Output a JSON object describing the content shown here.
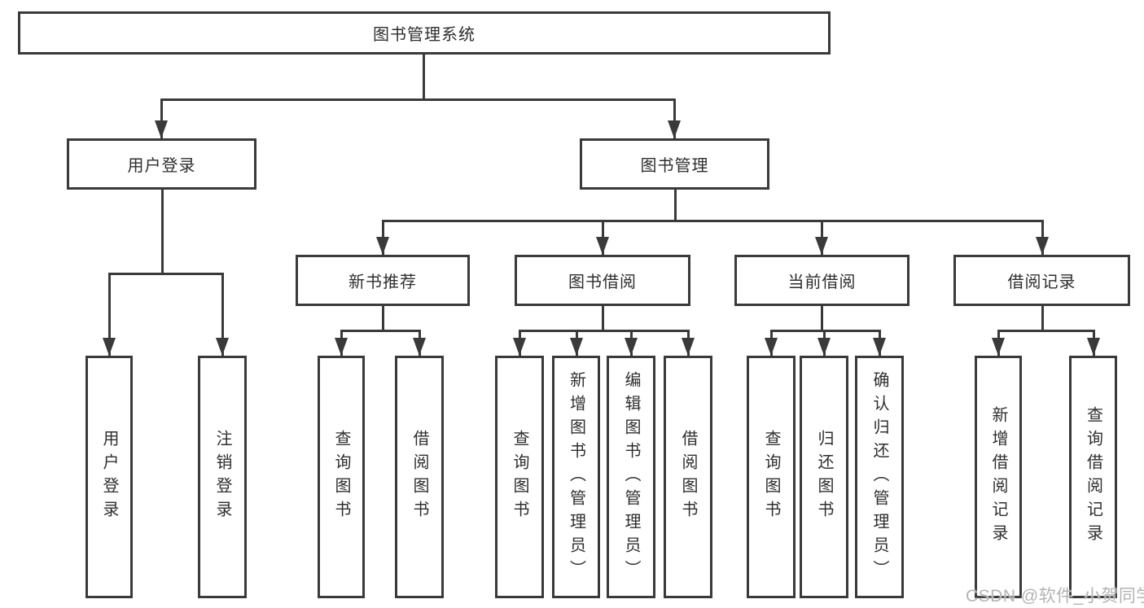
{
  "root": {
    "label": "图书管理系统"
  },
  "branches": [
    {
      "label": "用户登录",
      "children": [
        {
          "label": "用户登录"
        },
        {
          "label": "注销登录"
        }
      ]
    },
    {
      "label": "图书管理",
      "children": [
        {
          "label": "新书推荐",
          "children": [
            {
              "label": "查询图书"
            },
            {
              "label": "借阅图书"
            }
          ]
        },
        {
          "label": "图书借阅",
          "children": [
            {
              "label": "查询图书"
            },
            {
              "label": "新增图书（管理员）"
            },
            {
              "label": "编辑图书（管理员）"
            },
            {
              "label": "借阅图书"
            }
          ]
        },
        {
          "label": "当前借阅",
          "children": [
            {
              "label": "查询图书"
            },
            {
              "label": "归还图书"
            },
            {
              "label": "确认归还（管理员）"
            }
          ]
        },
        {
          "label": "借阅记录",
          "children": [
            {
              "label": "新增借阅记录"
            },
            {
              "label": "查询借阅记录"
            }
          ]
        }
      ]
    }
  ],
  "watermark": {
    "text": "CSDN @软件_小贺同学"
  },
  "colors": {
    "line": "#3a3a3a",
    "text": "#2e2e2e",
    "watermark": "#b3b3b3",
    "background": "#ffffff"
  }
}
